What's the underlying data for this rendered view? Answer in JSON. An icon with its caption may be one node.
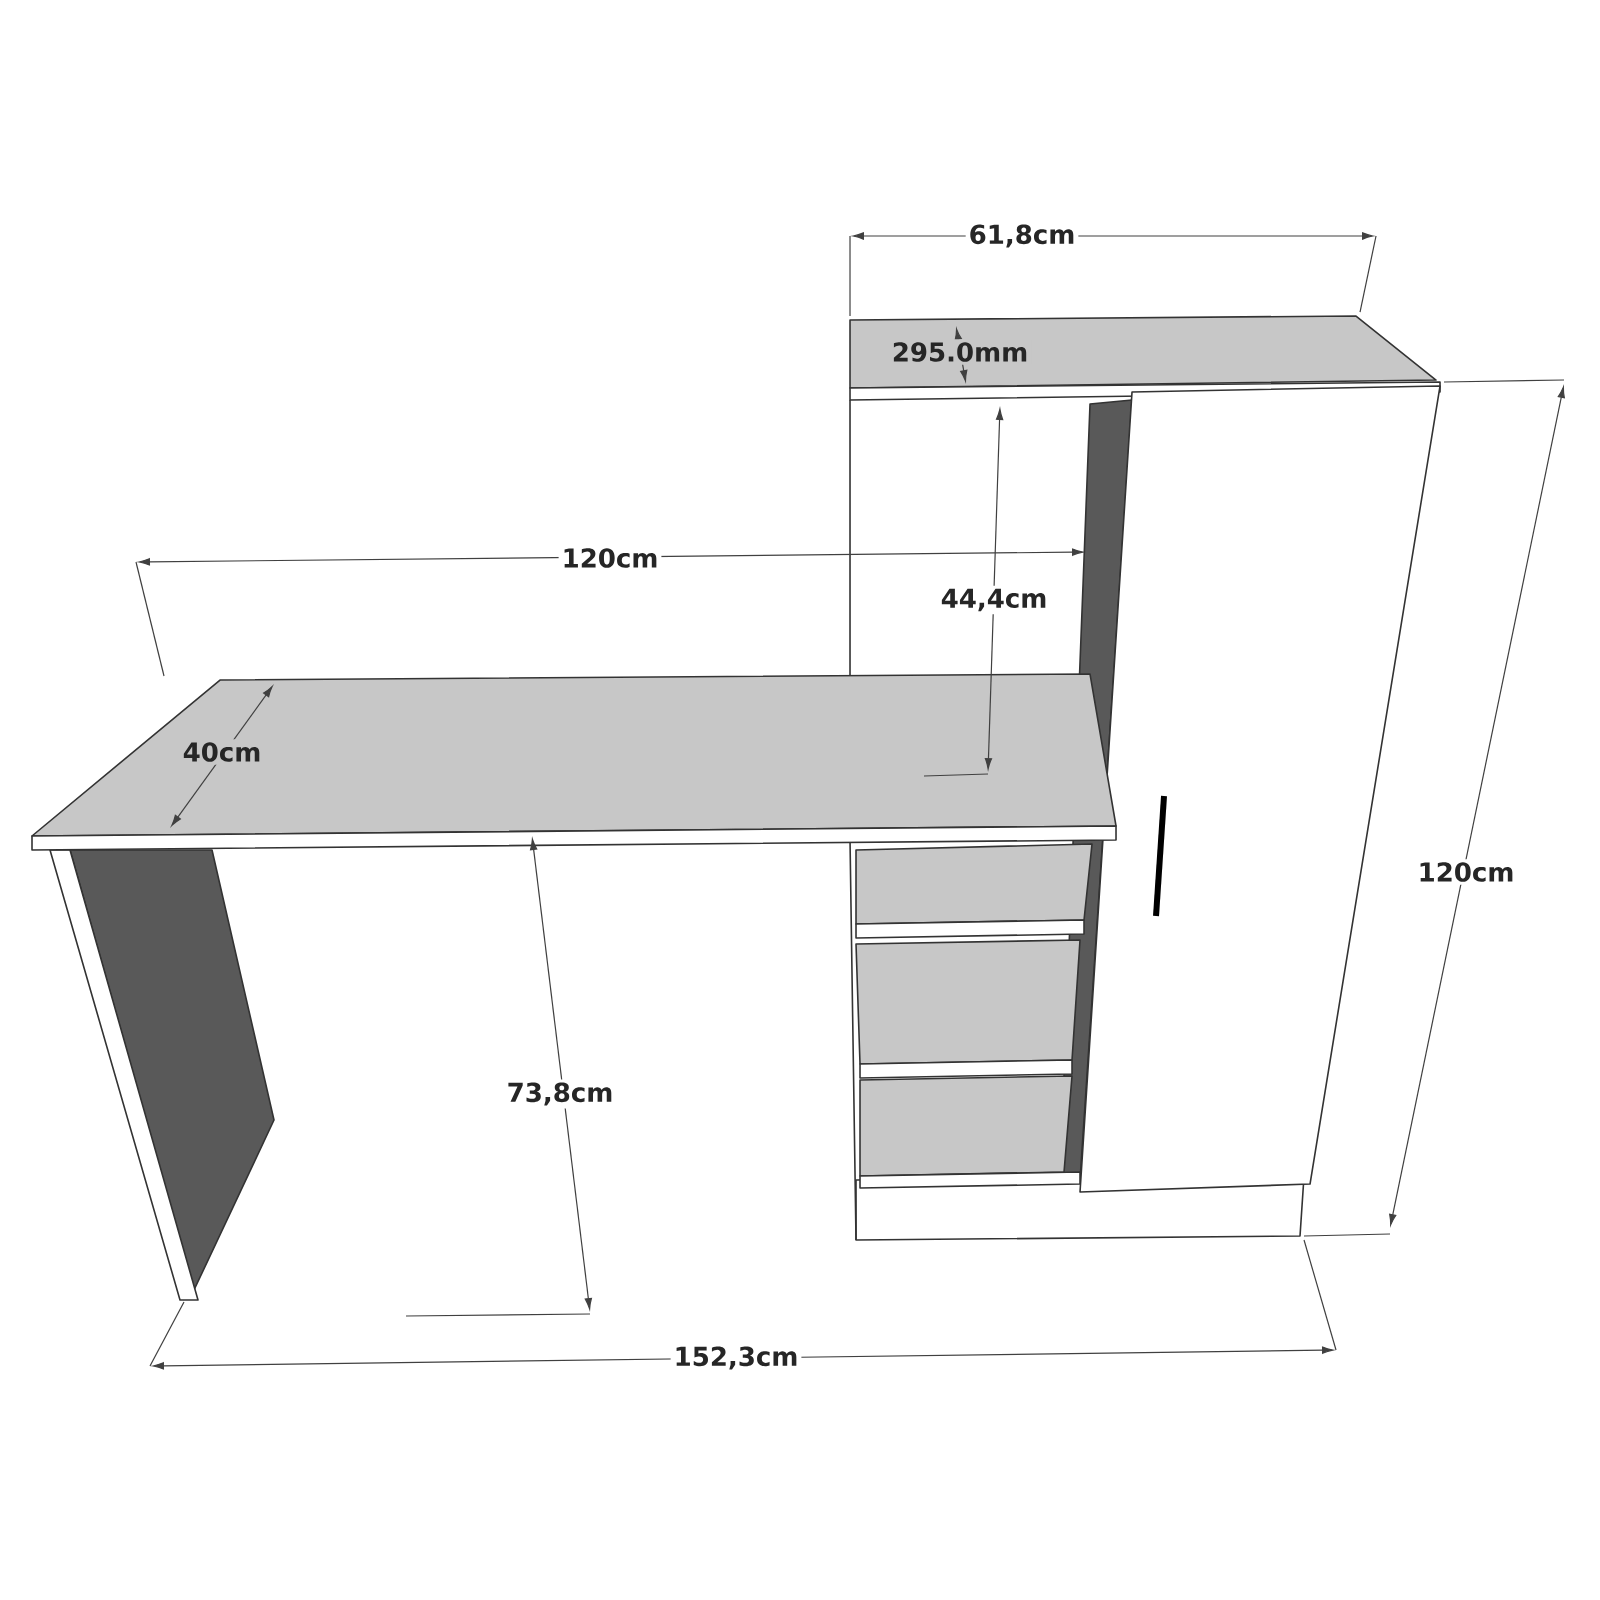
{
  "diagram": {
    "labels": [
      "61,8cm",
      "295.0mm",
      "120cm",
      "44,4cm",
      "40cm",
      "120cm",
      "73,8cm",
      "152,3cm"
    ]
  }
}
